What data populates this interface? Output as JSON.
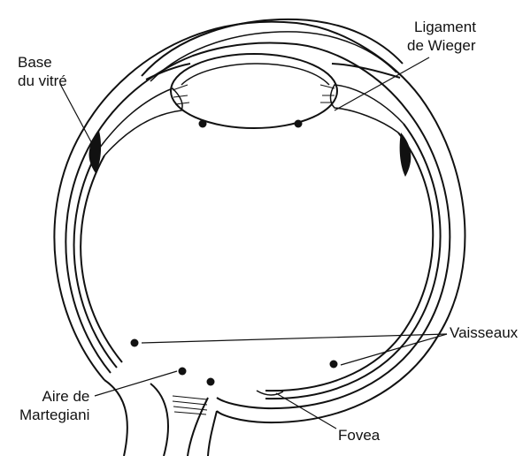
{
  "labels": {
    "base_vitre": [
      "Base",
      "du vitré"
    ],
    "ligament_wieger": [
      "Ligament",
      "de Wieger"
    ],
    "vaisseaux": "Vaisseaux",
    "aire_martegiani": [
      "Aire de",
      "Martegiani"
    ],
    "fovea": "Fovea"
  },
  "colors": {
    "line": "#111111",
    "background": "#ffffff"
  }
}
